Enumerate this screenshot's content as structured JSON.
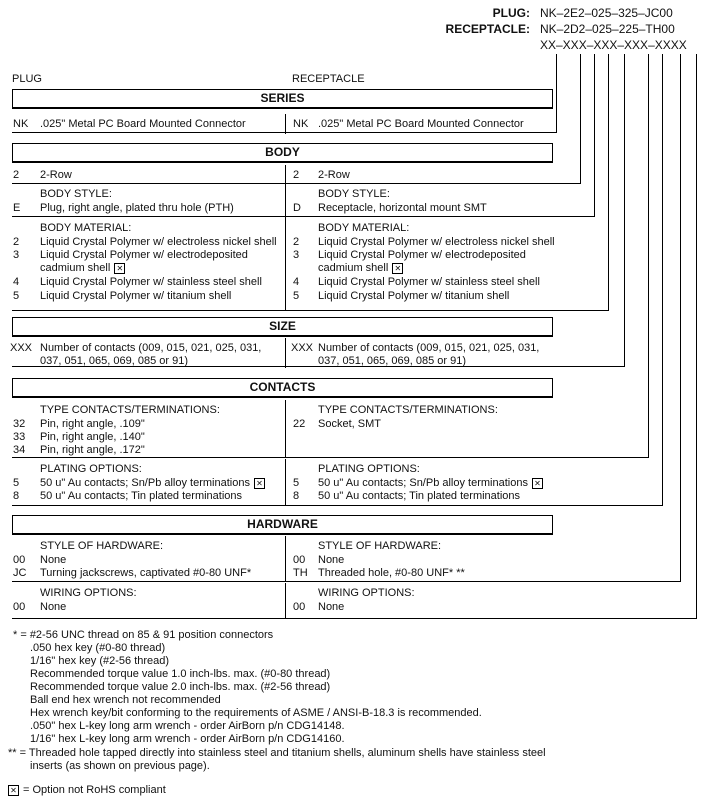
{
  "header": {
    "plug_label": "PLUG:",
    "plug_pn": "NK–2E2–025–325–JC00",
    "receptacle_label": "RECEPTACLE:",
    "receptacle_pn": "NK–2D2–025–225–TH00",
    "template_pn": "XX–XXX–XXX–XXX–XXXX"
  },
  "columns": {
    "plug": "PLUG",
    "receptacle": "RECEPTACLE"
  },
  "series": {
    "title": "SERIES",
    "plug": {
      "code": "NK",
      "text": ".025\" Metal PC Board Mounted Connector"
    },
    "receptacle": {
      "code": "NK",
      "text": ".025\" Metal PC Board Mounted Connector"
    }
  },
  "body": {
    "title": "BODY",
    "rows": {
      "plug": {
        "code": "2",
        "text": "2-Row"
      },
      "receptacle": {
        "code": "2",
        "text": "2-Row"
      }
    },
    "style_heading": "BODY STYLE:",
    "style_plug": {
      "code": "E",
      "text": "Plug, right angle, plated thru hole (PTH)"
    },
    "style_receptacle": {
      "code": "D",
      "text": "Receptacle, horizontal mount SMT"
    },
    "material_heading": "BODY MATERIAL:",
    "materials": [
      {
        "code": "2",
        "text": "Liquid Crystal Polymer w/ electroless nickel shell"
      },
      {
        "code": "3",
        "text": "Liquid Crystal Polymer w/ electrodeposited",
        "text2": "cadmium shell"
      },
      {
        "code": "4",
        "text": "Liquid Crystal Polymer w/ stainless steel shell"
      },
      {
        "code": "5",
        "text": "Liquid Crystal Polymer w/ titanium shell"
      }
    ]
  },
  "size": {
    "title": "SIZE",
    "code": "XXX",
    "line1": "Number of contacts (009, 015, 021, 025, 031,",
    "line2": "037, 051, 065, 069, 085 or 91)"
  },
  "contacts": {
    "title": "CONTACTS",
    "type_heading": "TYPE CONTACTS/TERMINATIONS:",
    "plug_types": [
      {
        "code": "32",
        "text": "Pin, right angle, .109\""
      },
      {
        "code": "33",
        "text": "Pin, right angle, .140\""
      },
      {
        "code": "34",
        "text": "Pin, right angle, .172\""
      }
    ],
    "receptacle_types": [
      {
        "code": "22",
        "text": "Socket, SMT"
      }
    ],
    "plating_heading": "PLATING OPTIONS:",
    "plating": [
      {
        "code": "5",
        "text": "50 u\" Au contacts; Sn/Pb alloy terminations"
      },
      {
        "code": "8",
        "text": "50 u\" Au contacts; Tin plated terminations"
      }
    ]
  },
  "hardware": {
    "title": "HARDWARE",
    "style_heading": "STYLE OF HARDWARE:",
    "plug": [
      {
        "code": "00",
        "text": "None"
      },
      {
        "code": "JC",
        "text": "Turning jackscrews, captivated #0-80 UNF*"
      }
    ],
    "receptacle": [
      {
        "code": "00",
        "text": "None"
      },
      {
        "code": "TH",
        "text": "Threaded hole, #0-80 UNF*  **"
      }
    ],
    "wiring_heading": "WIRING OPTIONS:",
    "wiring": {
      "code": "00",
      "text": "None"
    }
  },
  "notes": {
    "star_lead": "* = #2-56 UNC thread on 85 & 91 position connectors",
    "star_lines": [
      ".050 hex key (#0-80 thread)",
      "1/16\" hex key (#2-56 thread)",
      "Recommended torque value 1.0 inch-lbs. max. (#0-80 thread)",
      "Recommended torque value 2.0 inch-lbs. max. (#2-56 thread)",
      "Ball end hex wrench not recommended",
      "Hex wrench key/bit conforming to the requirements of ASME / ANSI-B-18.3 is recommended.",
      ".050\" hex L-key long arm wrench - order AirBorn p/n CDG14148.",
      "1/16\" hex L-key long arm wrench - order AirBorn p/n CDG14160."
    ],
    "dstar_line1": "** = Threaded hole tapped directly into stainless steel and titanium shells, aluminum shells have stainless steel",
    "dstar_line2": "inserts (as shown on previous page).",
    "rohs": "= Option not RoHS compliant",
    "xmark": "☒"
  }
}
